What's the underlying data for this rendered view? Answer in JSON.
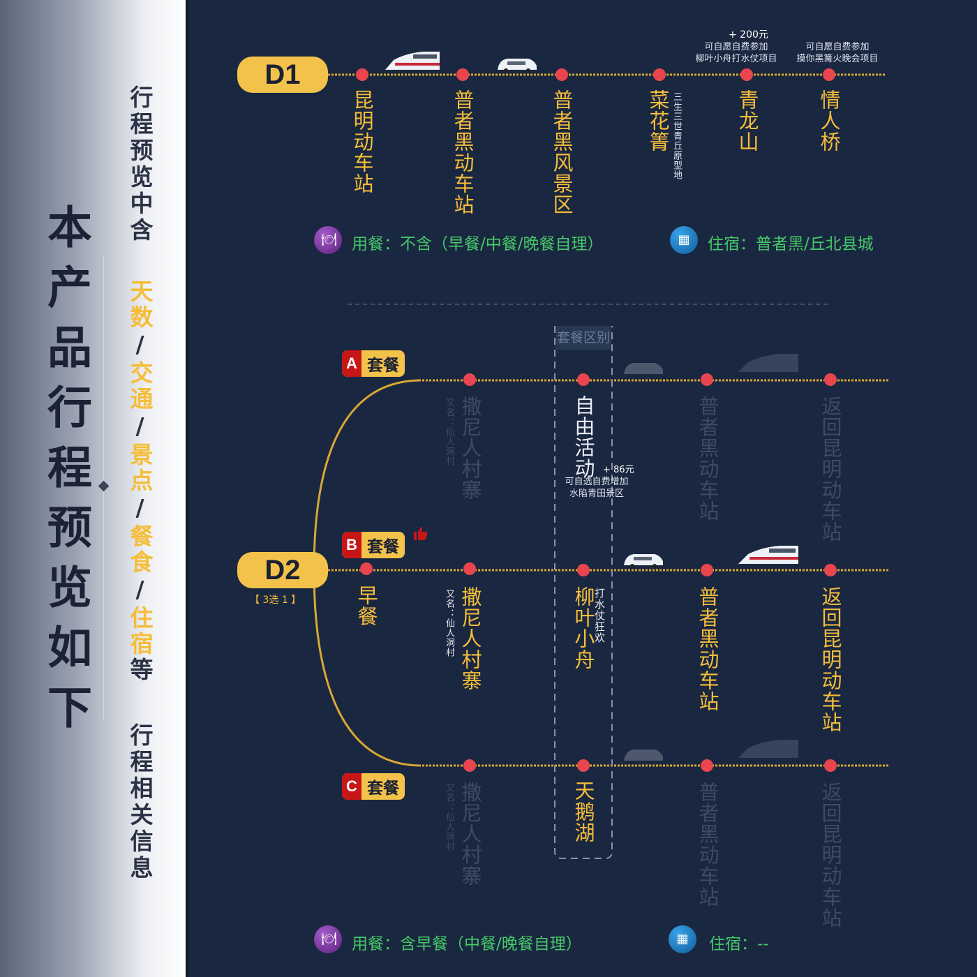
{
  "sidebar": {
    "main_title": "本产品行程预览如下",
    "intro": "行程预览中含",
    "items": [
      "天数",
      "/",
      "交通",
      "/",
      "景点",
      "/",
      "餐食",
      "/",
      "住宿",
      "等"
    ],
    "outro": "行程相关信息"
  },
  "day1": {
    "label": "D1",
    "stops": [
      {
        "name": "昆明动车站"
      },
      {
        "name": "普者黑动车站"
      },
      {
        "name": "普者黑风景区"
      },
      {
        "name": "菜花箐",
        "note": "三生三世青丘原型地"
      },
      {
        "name": "青龙山",
        "price": "+ 200元",
        "caption": [
          "可自愿自费参加",
          "柳叶小舟打水仗项目"
        ]
      },
      {
        "name": "情人桥",
        "caption": [
          "可自愿自费参加",
          "摸你黑篝火晚会项目"
        ]
      }
    ],
    "meal": "用餐：不含（早餐/中餐/晚餐自理）",
    "hotel": "住宿：普者黑/丘北县城"
  },
  "day2": {
    "label": "D2",
    "sublabel": "【 3选 1 】",
    "package_diff": "套餐区别",
    "packages": [
      {
        "letter": "A",
        "name": "套餐",
        "stops": [
          {
            "name": "撒尼人村寨",
            "note": "又名：仙人洞村"
          },
          {
            "name": "自由活动"
          },
          {
            "name": "普者黑动车站"
          },
          {
            "name": "返回昆明动车站"
          }
        ],
        "price": "+ 86元",
        "caption": [
          "可自选自费增加",
          "水陷青田景区"
        ]
      },
      {
        "letter": "B",
        "name": "套餐",
        "stops": [
          {
            "name": "早餐"
          },
          {
            "name": "撒尼人村寨",
            "note": "又名：仙人洞村"
          },
          {
            "name": "柳叶小舟",
            "note": "打水仗狂欢"
          },
          {
            "name": "普者黑动车站"
          },
          {
            "name": "返回昆明动车站"
          }
        ]
      },
      {
        "letter": "C",
        "name": "套餐",
        "stops": [
          {
            "name": "撒尼人村寨",
            "note": "又名：仙人洞村"
          },
          {
            "name": "天鹅湖"
          },
          {
            "name": "普者黑动车站"
          },
          {
            "name": "返回昆明动车站"
          }
        ]
      }
    ],
    "meal": "用餐：含早餐（中餐/晚餐自理）",
    "hotel": "住宿：--"
  },
  "colors": {
    "background": "#1a2740",
    "gold": "#f5bd3a",
    "dot": "#e8454e",
    "green": "#46c869",
    "badge_red": "#c81616"
  },
  "icons": [
    "plate-icon",
    "building-icon",
    "train-icon",
    "van-icon",
    "thumbs-up-icon"
  ]
}
